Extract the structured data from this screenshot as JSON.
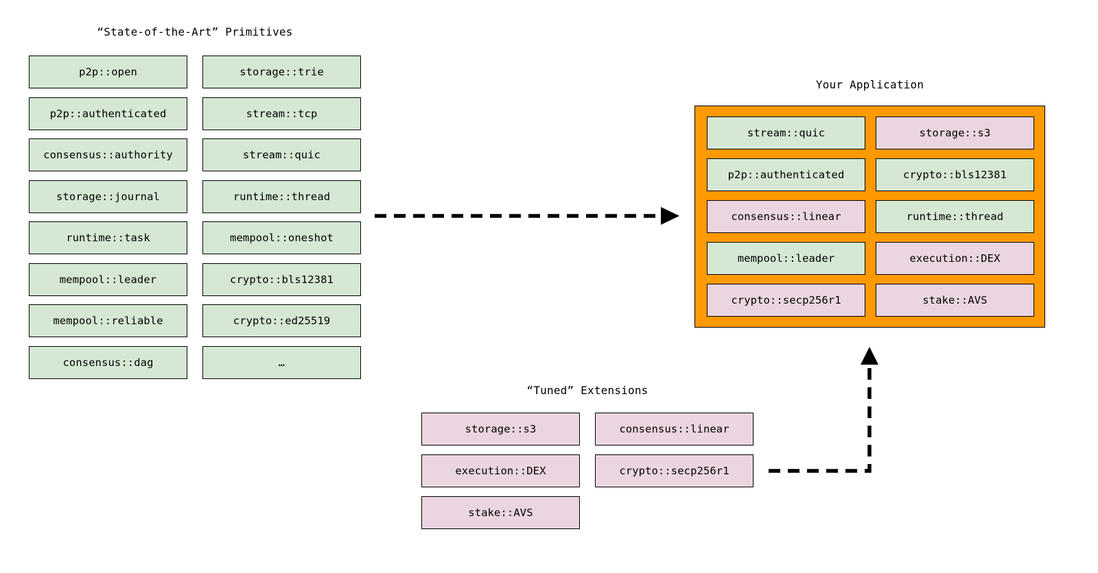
{
  "diagram": {
    "background_color": "#ffffff",
    "palette": {
      "primitive_fill": "#d5e8d4",
      "extension_fill": "#ead5e0",
      "application_fill": "#ff9900",
      "stroke": "#000000"
    },
    "sections": {
      "primitives": {
        "title": "“State-of-the-Art” Primitives",
        "column_left": [
          {
            "label": "p2p::open",
            "kind": "primitive"
          },
          {
            "label": "p2p::authenticated",
            "kind": "primitive"
          },
          {
            "label": "consensus::authority",
            "kind": "primitive"
          },
          {
            "label": "storage::journal",
            "kind": "primitive"
          },
          {
            "label": "runtime::task",
            "kind": "primitive"
          },
          {
            "label": "mempool::leader",
            "kind": "primitive"
          },
          {
            "label": "mempool::reliable",
            "kind": "primitive"
          },
          {
            "label": "consensus::dag",
            "kind": "primitive"
          }
        ],
        "column_right": [
          {
            "label": "storage::trie",
            "kind": "primitive"
          },
          {
            "label": "stream::tcp",
            "kind": "primitive"
          },
          {
            "label": "stream::quic",
            "kind": "primitive"
          },
          {
            "label": "runtime::thread",
            "kind": "primitive"
          },
          {
            "label": "mempool::oneshot",
            "kind": "primitive"
          },
          {
            "label": "crypto::bls12381",
            "kind": "primitive"
          },
          {
            "label": "crypto::ed25519",
            "kind": "primitive"
          },
          {
            "label": "…",
            "kind": "primitive"
          }
        ]
      },
      "extensions": {
        "title": "“Tuned” Extensions",
        "column_left": [
          {
            "label": "storage::s3",
            "kind": "extension"
          },
          {
            "label": "execution::DEX",
            "kind": "extension"
          },
          {
            "label": "stake::AVS",
            "kind": "extension"
          }
        ],
        "column_right": [
          {
            "label": "consensus::linear",
            "kind": "extension"
          },
          {
            "label": "crypto::secp256r1",
            "kind": "extension"
          }
        ]
      },
      "application": {
        "title": "Your Application",
        "column_left": [
          {
            "label": "stream::quic",
            "kind": "primitive"
          },
          {
            "label": "p2p::authenticated",
            "kind": "primitive"
          },
          {
            "label": "consensus::linear",
            "kind": "extension"
          },
          {
            "label": "mempool::leader",
            "kind": "primitive"
          },
          {
            "label": "crypto::secp256r1",
            "kind": "extension"
          }
        ],
        "column_right": [
          {
            "label": "storage::s3",
            "kind": "extension"
          },
          {
            "label": "crypto::bls12381",
            "kind": "primitive"
          },
          {
            "label": "runtime::thread",
            "kind": "primitive"
          },
          {
            "label": "execution::DEX",
            "kind": "extension"
          },
          {
            "label": "stake::AVS",
            "kind": "extension"
          }
        ]
      }
    },
    "connectors": [
      {
        "name": "primitives-to-application",
        "style": "dashed",
        "direction": "right"
      },
      {
        "name": "extensions-to-application",
        "style": "dashed",
        "direction": "up-elbow"
      }
    ]
  }
}
